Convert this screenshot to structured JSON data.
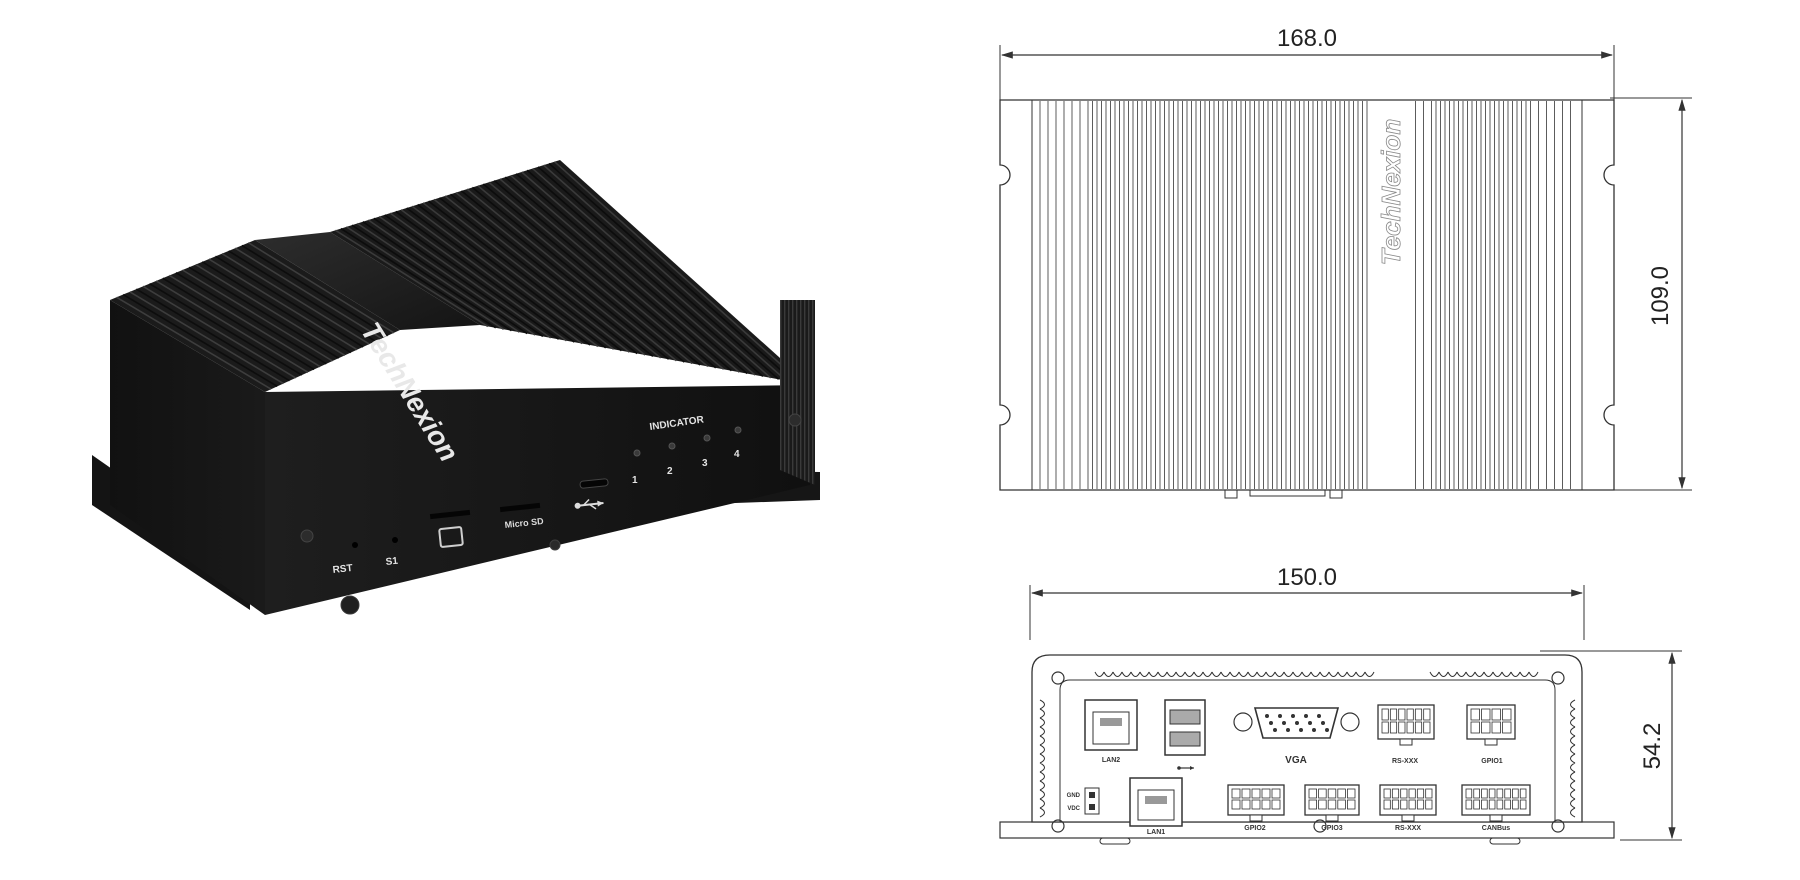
{
  "photo": {
    "brand": "TechNexion",
    "labels": {
      "rst": "RST",
      "s1": "S1",
      "micro": "Micro SD",
      "indicator": "INDICATOR",
      "led1": "1",
      "led2": "2",
      "led3": "3",
      "led4": "4"
    }
  },
  "top_view": {
    "width_dim": "168.0",
    "height_dim": "109.0",
    "brand": "TechNexion"
  },
  "front_view": {
    "width_dim": "150.0",
    "height_dim": "54.2",
    "ports": {
      "lan2": "LAN2",
      "lan1": "LAN1",
      "vga": "VGA",
      "rs_top": "RS-XXX",
      "gpio1": "GPIO1",
      "gpio2": "GPIO2",
      "gpio3": "GPIO3",
      "rs_bottom": "RS-XXX",
      "canbus": "CANBus",
      "gnd": "GND",
      "vdc": "VDC"
    }
  },
  "colors": {
    "housing": "#1c1c1c",
    "line": "#333333"
  }
}
